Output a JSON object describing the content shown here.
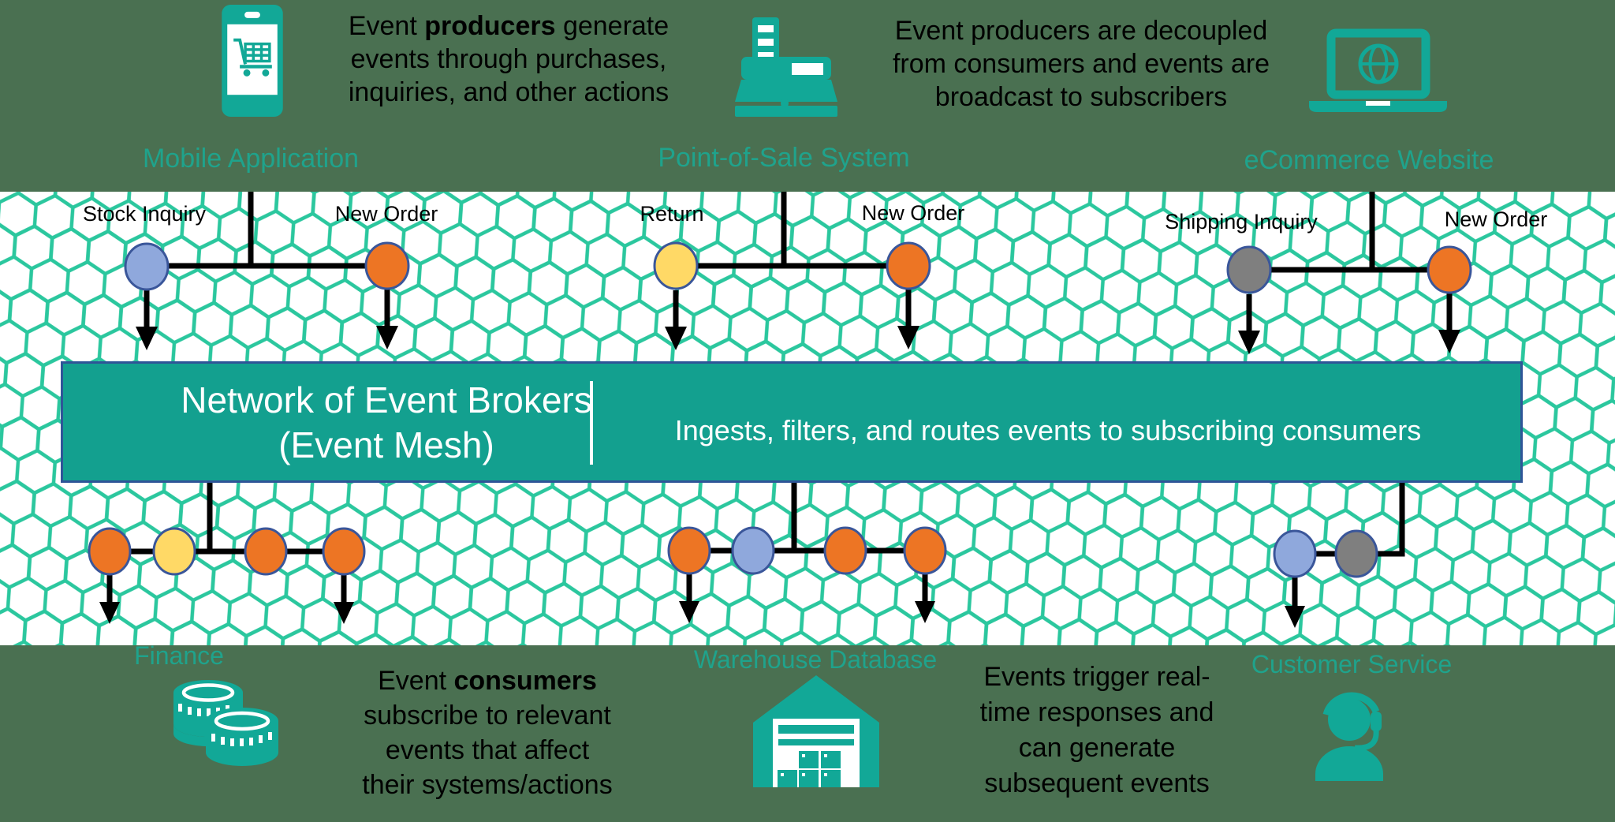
{
  "colors": {
    "background": "#4a7051",
    "teal": "#12a897",
    "teal_text": "#1fa38c",
    "bar_fill": "#13a08f",
    "bar_border": "#2e5597",
    "mesh_stroke": "#2bc79e",
    "orange": "#ed7524",
    "blue": "#8fa8dc",
    "yellow": "#ffd966",
    "gray": "#7f7f7f",
    "dot_stroke": "#3a569a",
    "line": "#000000"
  },
  "producers": [
    {
      "label": "Mobile Application",
      "icon": "mobile-phone-cart-icon"
    },
    {
      "label": "Point-of-Sale System",
      "icon": "cash-register-icon"
    },
    {
      "label": "eCommerce Website",
      "icon": "laptop-globe-icon"
    }
  ],
  "consumers": [
    {
      "label": "Finance",
      "icon": "coins-icon"
    },
    {
      "label": "Warehouse Database",
      "icon": "warehouse-icon"
    },
    {
      "label": "Customer Service",
      "icon": "headset-agent-icon"
    }
  ],
  "notes": {
    "producer_left": {
      "line1_pre": "Event ",
      "line1_bold": "producers",
      "line1_post": " generate",
      "line2": "events through purchases,",
      "line3": "inquiries, and other actions"
    },
    "producer_right": {
      "line1": "Event producers are decoupled",
      "line2": "from consumers and events are",
      "line3": "broadcast to subscribers"
    },
    "consumer_left": {
      "line1_pre": "Event ",
      "line1_bold": "consumers",
      "line1_post": "",
      "line2": "subscribe to relevant",
      "line3": "events that affect",
      "line4": "their systems/actions"
    },
    "consumer_right": {
      "line1": "Events trigger real-",
      "line2": "time responses and",
      "line3": "can generate",
      "line4": "subsequent events"
    }
  },
  "broker_bar": {
    "title_line1": "Network of Event Brokers",
    "title_line2": "(Event Mesh)",
    "description": "Ingests, filters, and routes events to subscribing consumers"
  },
  "top_events": [
    {
      "label": "Stock Inquiry",
      "color": "blue",
      "source": "Mobile Application"
    },
    {
      "label": "New Order",
      "color": "orange",
      "source": "Mobile Application"
    },
    {
      "label": "Return",
      "color": "yellow",
      "source": "Point-of-Sale System"
    },
    {
      "label": "New Order",
      "color": "orange",
      "source": "Point-of-Sale System"
    },
    {
      "label": "Shipping Inquiry",
      "color": "gray",
      "source": "eCommerce Website"
    },
    {
      "label": "New Order",
      "color": "orange",
      "source": "eCommerce Website"
    }
  ],
  "bottom_event_dots": {
    "finance": [
      "orange",
      "yellow",
      "orange",
      "orange"
    ],
    "warehouse": [
      "orange",
      "blue",
      "orange",
      "orange"
    ],
    "customer_service": [
      "blue",
      "gray"
    ]
  }
}
